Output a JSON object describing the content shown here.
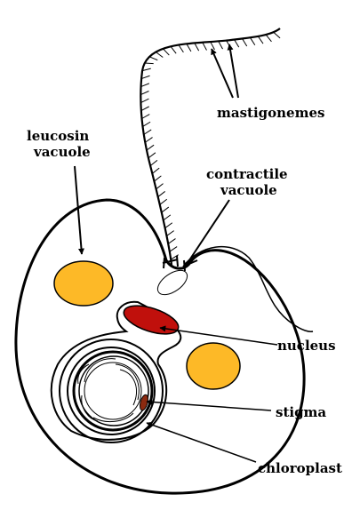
{
  "labels": {
    "mastigonemes": "mastigonemes",
    "leucosin_line1": "leucosin",
    "leucosin_line2": "vacuole",
    "contractile_line1": "contractile",
    "contractile_line2": "vacuole",
    "nucleus": "nucleus",
    "stigma": "stigma",
    "chloroplast": "chloroplast"
  },
  "colors": {
    "leucosin_vacuole_fill": "#FDB927",
    "nucleus_fill": "#C0100C",
    "stigma_fill": "#8B2A10",
    "outline": "#000000",
    "background": "#FFFFFF"
  }
}
